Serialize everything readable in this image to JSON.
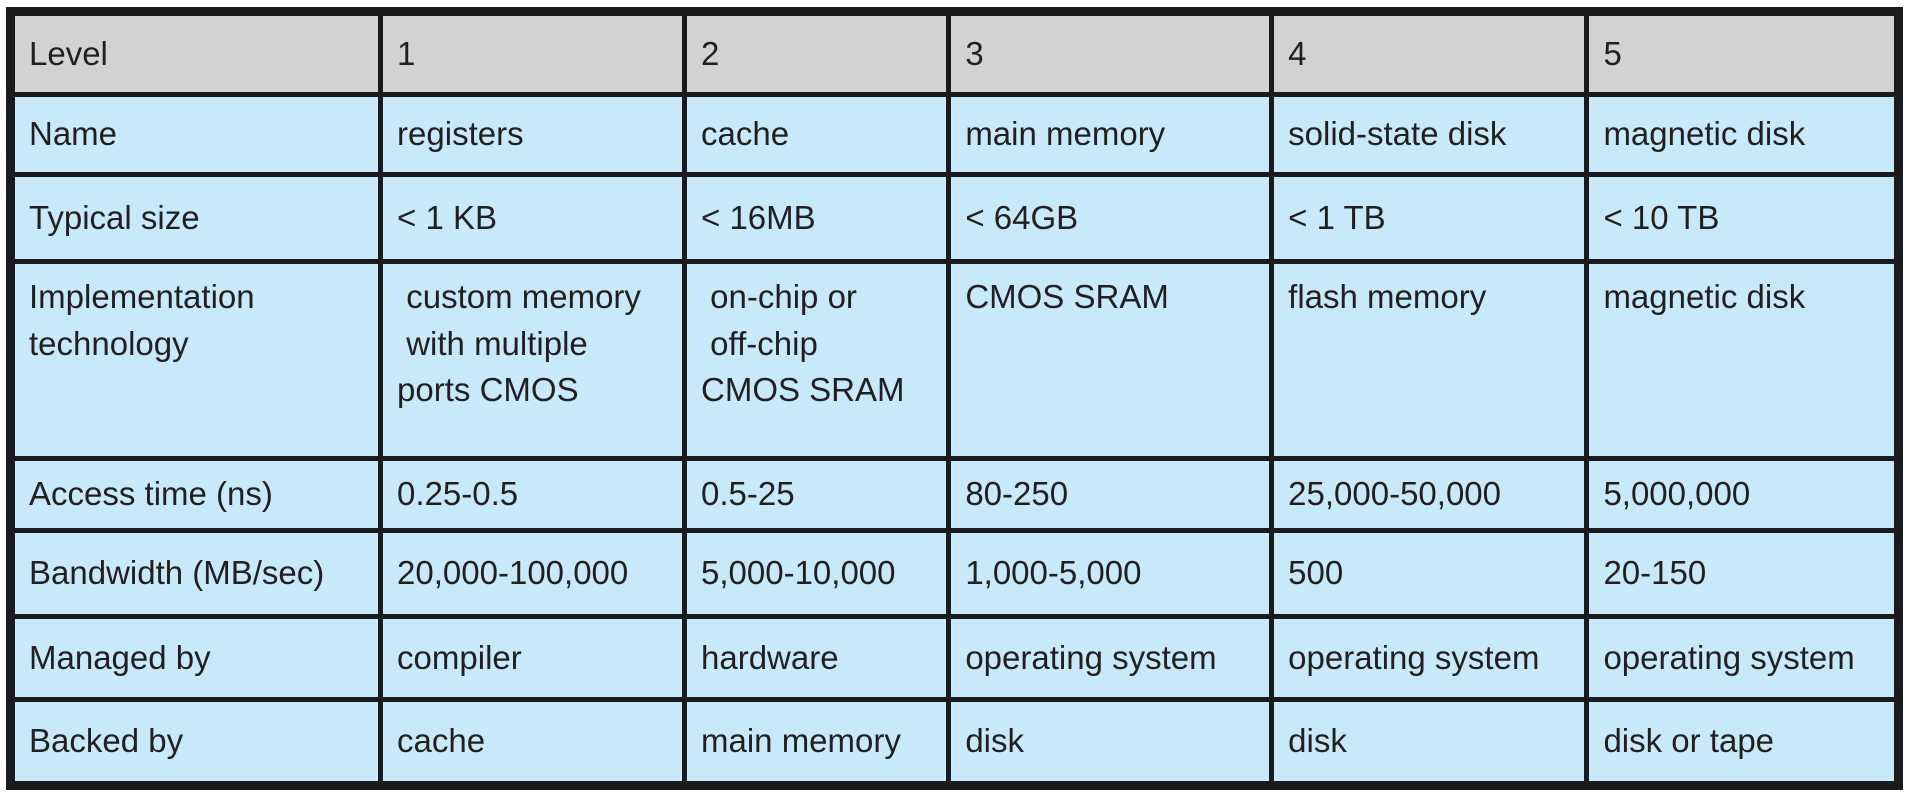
{
  "table": {
    "title": "storage-hierarchy-characteristics",
    "colors": {
      "header_bg": "#d2d2d4",
      "cell_bg": "#c8e9f9",
      "border": "#1b1b1d",
      "text": "#231f20"
    },
    "header": {
      "label": "Level",
      "values": [
        "1",
        "2",
        "3",
        "4",
        "5"
      ]
    },
    "rows": [
      {
        "label": "Name",
        "values": [
          "registers",
          "cache",
          "main memory",
          "solid-state disk",
          "magnetic disk"
        ]
      },
      {
        "label": "Typical size",
        "values": [
          "< 1 KB",
          "< 16MB",
          "< 64GB",
          "< 1 TB",
          "< 10 TB"
        ]
      },
      {
        "label": "Implementation\ntechnology",
        "values": [
          " custom memory\n with multiple\nports CMOS",
          " on-chip or\n off-chip\nCMOS SRAM",
          "CMOS SRAM",
          "flash memory",
          "magnetic disk"
        ]
      },
      {
        "label": "Access time (ns)",
        "values": [
          "0.25-0.5",
          "0.5-25",
          "80-250",
          "25,000-50,000",
          "5,000,000"
        ]
      },
      {
        "label": "Bandwidth (MB/sec)",
        "values": [
          "20,000-100,000",
          "5,000-10,000",
          "1,000-5,000",
          "500",
          "20-150"
        ]
      },
      {
        "label": "Managed by",
        "values": [
          "compiler",
          "hardware",
          "operating system",
          "operating system",
          "operating system"
        ]
      },
      {
        "label": "Backed by",
        "values": [
          "cache",
          "main memory",
          "disk",
          "disk",
          "disk or tape"
        ]
      }
    ]
  }
}
